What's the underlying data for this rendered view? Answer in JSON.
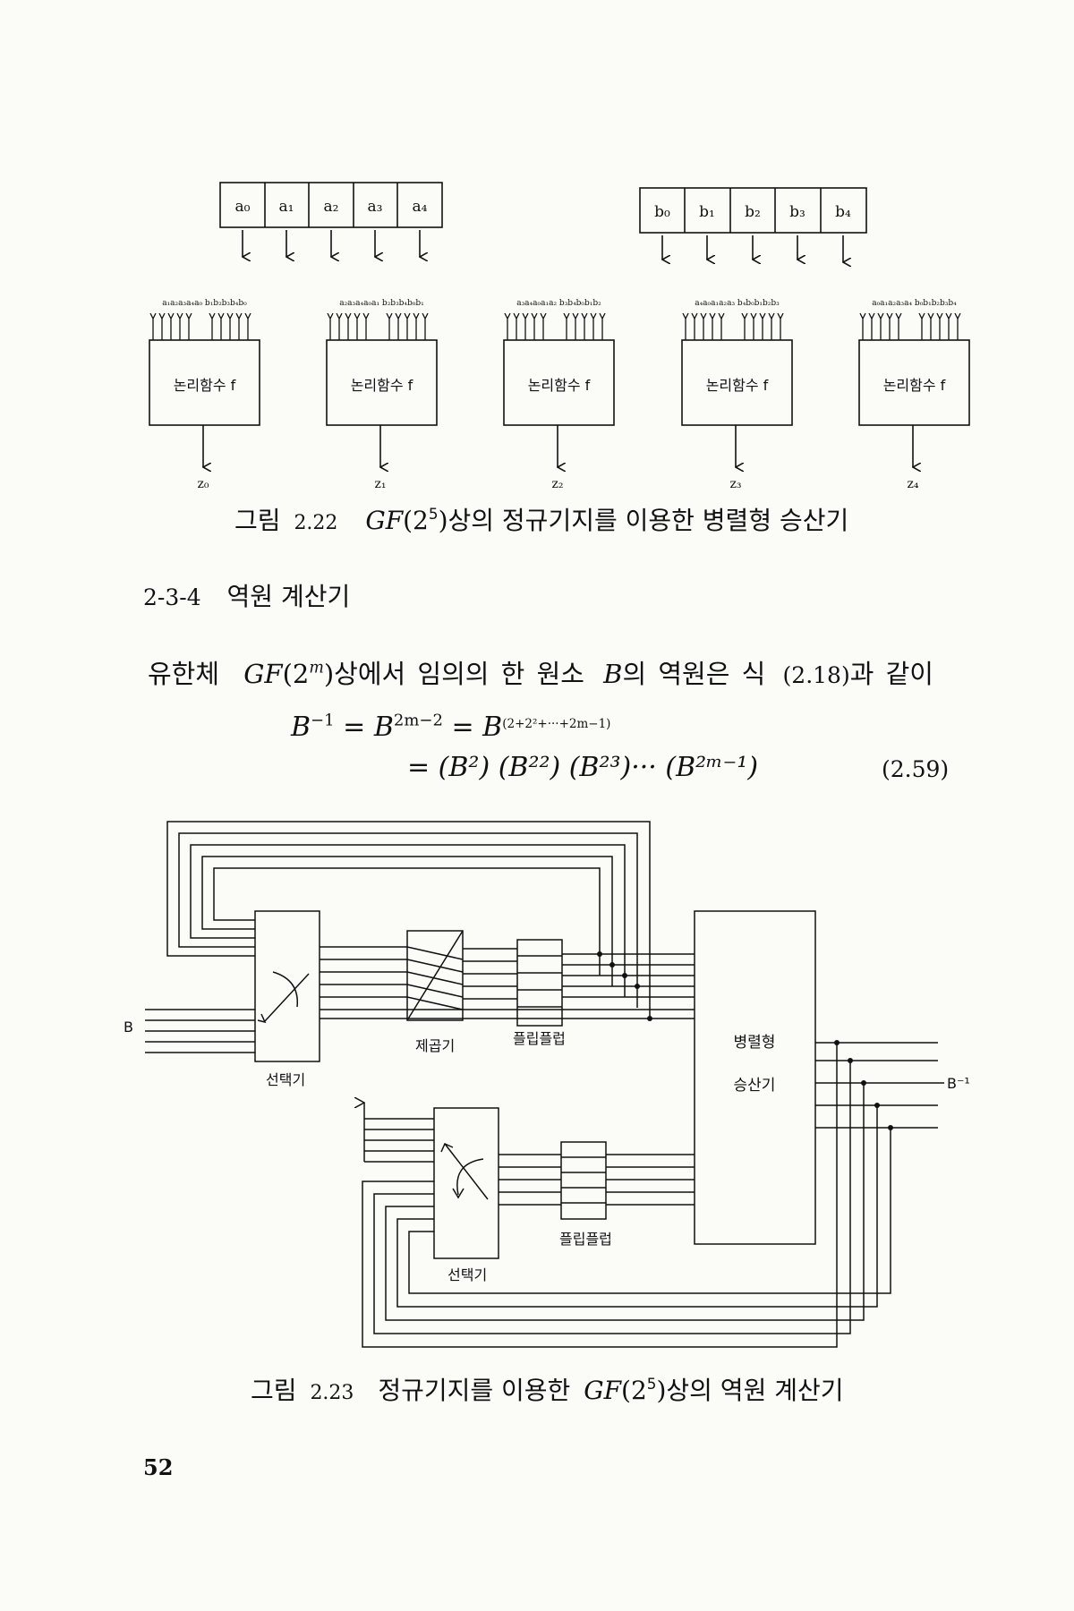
{
  "fig222": {
    "a_regs": [
      "a₀",
      "a₁",
      "a₂",
      "a₃",
      "a₄"
    ],
    "b_regs": [
      "b₀",
      "b₁",
      "b₂",
      "b₃",
      "b₄"
    ],
    "box_label": "논리함수 f",
    "outputs": [
      "z₀",
      "z₁",
      "z₂",
      "z₃",
      "z₄"
    ],
    "pin_labels": [
      "a₁a₂a₃a₄a₀ b₁b₂b₃b₄b₀",
      "a₂a₃a₄a₀a₁ b₂b₃b₄b₀b₁",
      "a₃a₄a₀a₁a₂ b₃b₄b₀b₁b₂",
      "a₄a₀a₁a₂a₃ b₄b₀b₁b₂b₃",
      "a₀a₁a₂a₃a₄ b₀b₁b₂b₃b₄"
    ],
    "caption_prefix": "그림",
    "caption_num": "2.22",
    "caption_gf": "GF",
    "caption_arg": "(2",
    "caption_exp": "5",
    "caption_close": ")",
    "caption_rest": "상의 정규기지를 이용한 병렬형 승산기"
  },
  "section": {
    "number": "2-3-4",
    "title": "역원 계산기"
  },
  "body": {
    "line1_a": "유한체",
    "line1_gf": "GF",
    "line1_arg": "(2",
    "line1_exp": "m",
    "line1_close": ")",
    "line1_b": "상에서 임의의 한 원소",
    "line1_B": "B",
    "line1_c": "의 역원은 식",
    "line1_ref": "(2.18)",
    "line1_d": "과 같이"
  },
  "equation": {
    "lhs": "B",
    "lhs_exp": "−1",
    "eq": "=",
    "t1": "B",
    "t1_exp": "2m−2",
    "t2": "B",
    "t2_exp": "(2+2²+···+2m−1)",
    "line2": "= (B²) (B²²) (B²³)··· (B²ᵐ⁻¹)",
    "number": "(2.59)"
  },
  "fig223": {
    "input_label": "B",
    "output_label": "B⁻¹",
    "selector1": "선택기",
    "squarer": "제곱기",
    "flipflop1": "플립플럽",
    "multiplier_line1": "병렬형",
    "multiplier_line2": "승산기",
    "selector2": "선택기",
    "flipflop2": "플립플럽",
    "caption_prefix": "그림",
    "caption_num": "2.23",
    "caption_mid": "정규기지를 이용한",
    "caption_gf": "GF",
    "caption_arg": "(2",
    "caption_exp": "5",
    "caption_close": ")",
    "caption_rest": "상의 역원 계산기"
  },
  "page_number": "52"
}
